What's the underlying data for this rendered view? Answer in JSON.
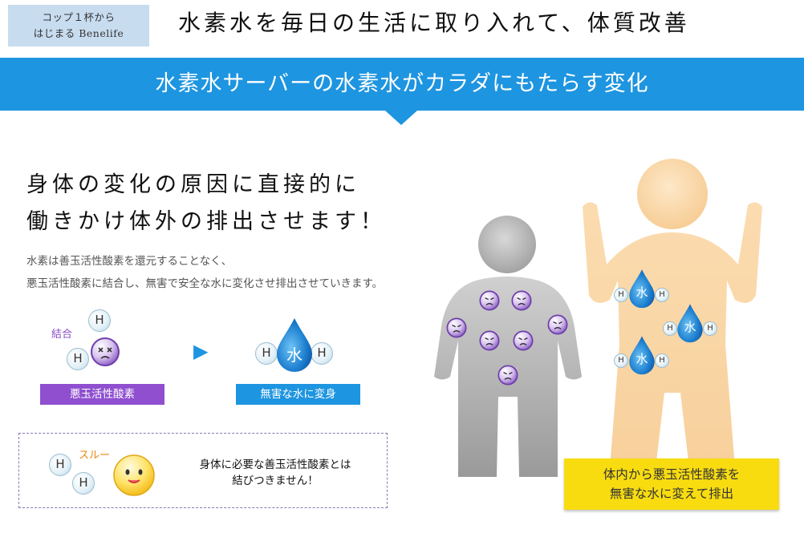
{
  "header": {
    "badge_line1": "コップ１杯から",
    "badge_line2": "はじまる Benelife",
    "headline": "水素水を毎日の生活に取り入れて、体質改善"
  },
  "banner": {
    "title": "水素水サーバーの水素水がカラダにもたらす変化"
  },
  "intro": {
    "heading_line1": "身体の変化の原因に直接的に",
    "heading_line2": "働きかけ体外の排出させます！",
    "desc_line1": "水素は善玉活性酸素を還元することなく、",
    "desc_line2": "悪玉活性酸素に結合し、無害で安全な水に変化させ排出させていきます。"
  },
  "diagram": {
    "bind_label": "結合",
    "atom_symbol": "H",
    "water_symbol": "水",
    "bad_label": "悪玉活性酸素",
    "good_label": "無害な水に変身",
    "arrow": "▶",
    "pass_label": "スルー",
    "pass_text_line1": "身体に必要な善玉活性酸素とは",
    "pass_text_line2": "結びつきません！"
  },
  "result": {
    "line1": "体内から悪玉活性酸素を",
    "line2": "無害な水に変えて排出"
  },
  "colors": {
    "banner": "#1e95e0",
    "badge": "#c8dcf0",
    "purple": "#8f4fcf",
    "blue": "#1e95e0",
    "yellow": "#f8dc10",
    "gray_body": "#a8a8a8",
    "peach_body": "#f8d6a6"
  }
}
